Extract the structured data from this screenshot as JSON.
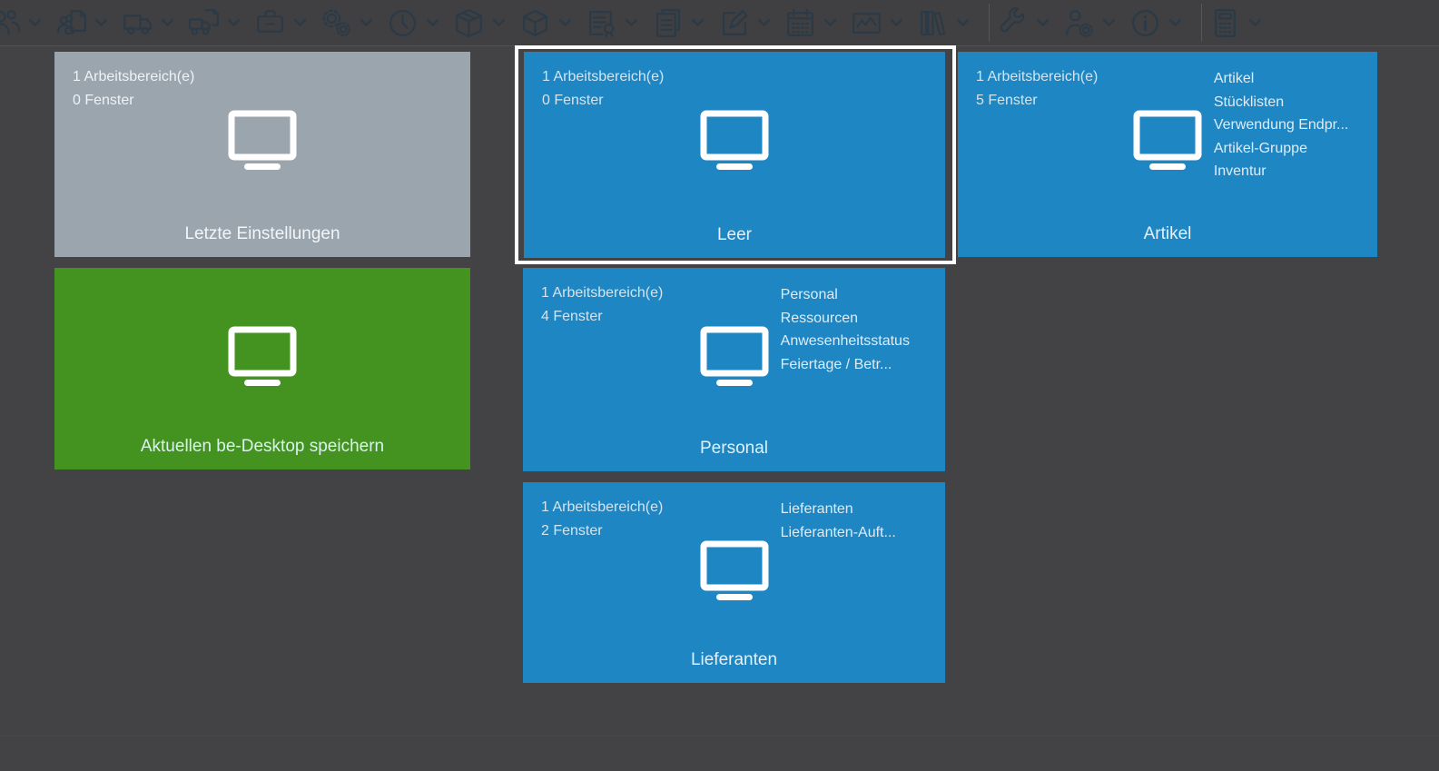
{
  "app": {
    "screen_name": "be-Desktop workspace selector",
    "colors": {
      "background": "#434345",
      "toolbar_background": "#404042",
      "tile_blue": "#1e86c2",
      "tile_gray": "#9aa5ae",
      "tile_green": "#44921f",
      "selection_border": "#ffffff",
      "toolbar_icon": "#2b3a46",
      "tile_text": "#ddecf6"
    }
  },
  "toolbar": {
    "groups": [
      [
        "customers-icon",
        "personnel-document-icon",
        "truck-icon",
        "truck-document-icon",
        "briefcase-icon",
        "gears-icon",
        "clock-icon",
        "package-icon",
        "cube-icon",
        "document-certificate-icon",
        "copy-documents-icon",
        "edit-icon",
        "calendar-icon",
        "activity-chart-icon",
        "books-icon"
      ],
      [
        "wrench-icon",
        "user-gear-icon",
        "info-icon"
      ],
      [
        "calculator-icon"
      ]
    ],
    "dropdown_icon": "chevron-down-icon"
  },
  "tiles": [
    {
      "id": "letzte-einstellungen",
      "title": "Letzte Einstellungen",
      "workspaces": "1 Arbeitsbereich(e)",
      "fenster": "0 Fenster",
      "color": "#9aa5ae",
      "selected": false,
      "windows": []
    },
    {
      "id": "leer",
      "title": "Leer",
      "workspaces": "1 Arbeitsbereich(e)",
      "fenster": "0 Fenster",
      "color": "#1e86c2",
      "selected": true,
      "windows": []
    },
    {
      "id": "artikel",
      "title": "Artikel",
      "workspaces": "1 Arbeitsbereich(e)",
      "fenster": "5 Fenster",
      "color": "#1e86c2",
      "selected": false,
      "windows": [
        "Artikel",
        "Stücklisten",
        "Verwendung Endpr...",
        "Artikel-Gruppe",
        "Inventur"
      ]
    },
    {
      "id": "be-desktop-speichern",
      "title": "Aktuellen be-Desktop speichern",
      "workspaces": "",
      "fenster": "",
      "color": "#44921f",
      "selected": false,
      "windows": []
    },
    {
      "id": "personal",
      "title": "Personal",
      "workspaces": "1 Arbeitsbereich(e)",
      "fenster": "4 Fenster",
      "color": "#1e86c2",
      "selected": false,
      "windows": [
        "Personal",
        "Ressourcen",
        "Anwesenheitsstatus",
        "Feiertage / Betr..."
      ]
    },
    {
      "id": "lieferanten",
      "title": "Lieferanten",
      "workspaces": "1 Arbeitsbereich(e)",
      "fenster": "2 Fenster",
      "color": "#1e86c2",
      "selected": false,
      "windows": [
        "Lieferanten",
        "Lieferanten-Auft..."
      ]
    }
  ]
}
